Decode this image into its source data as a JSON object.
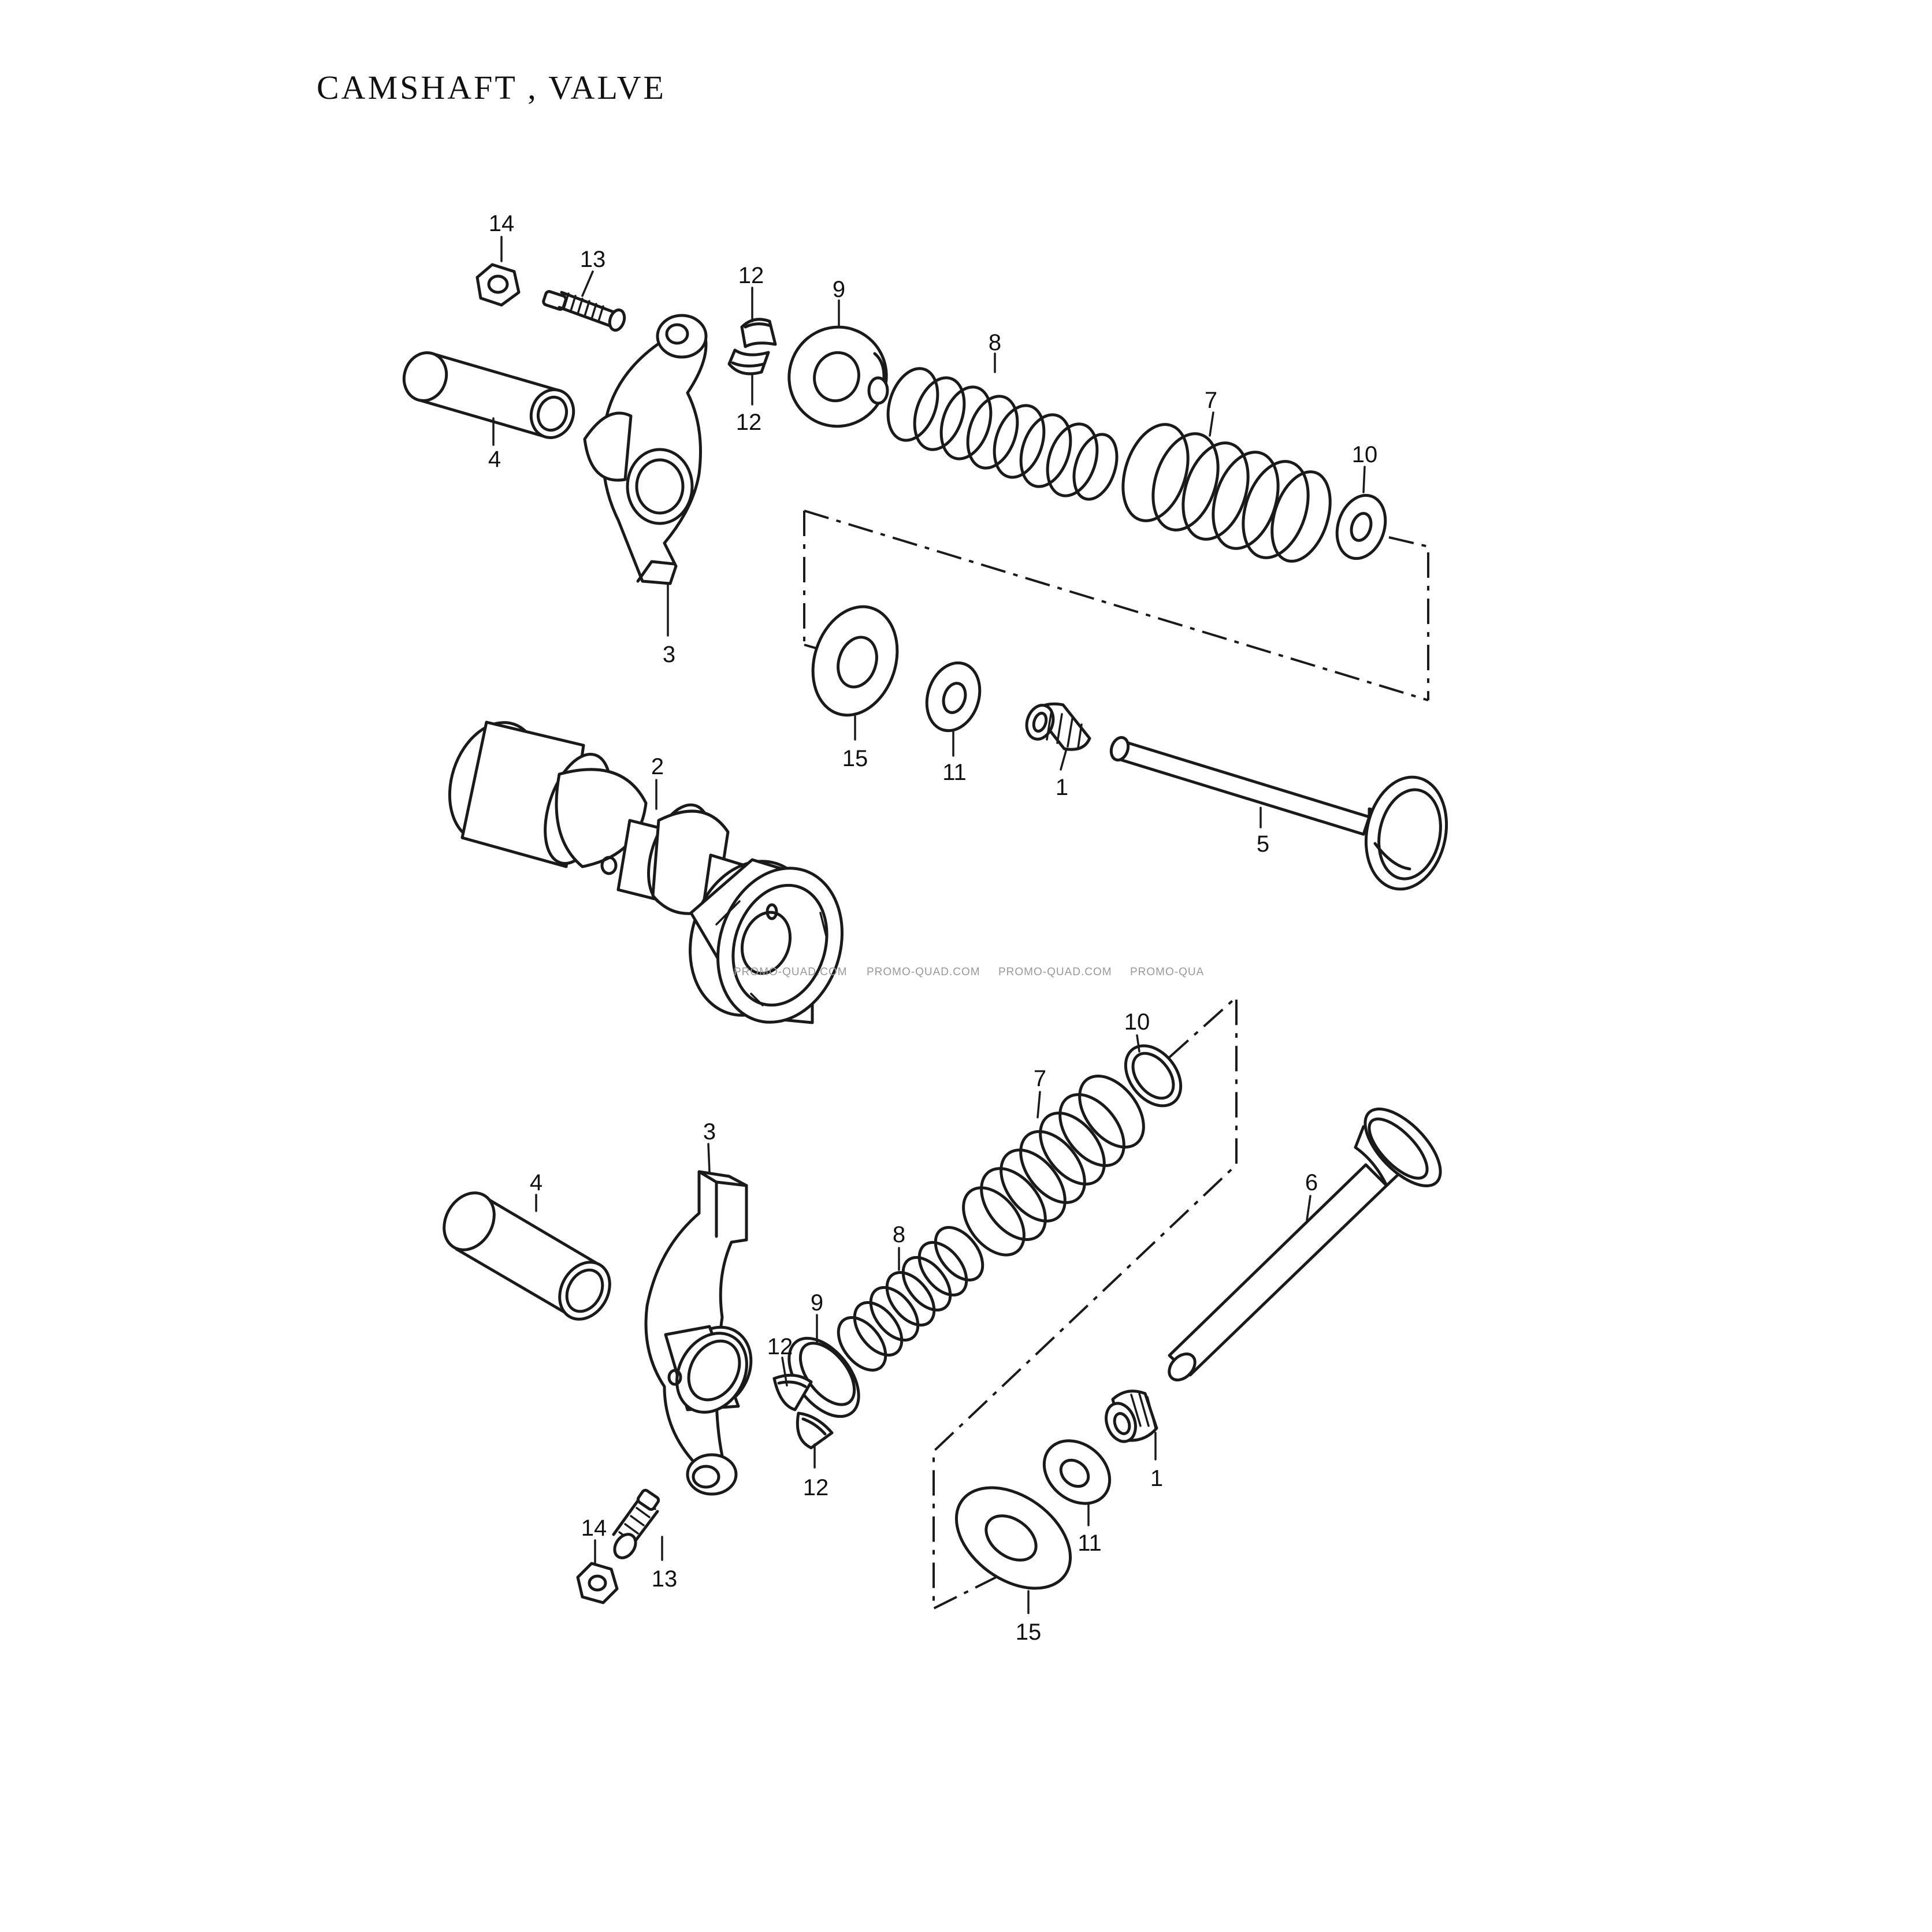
{
  "title": "CAMSHAFT , VALVE",
  "watermark": [
    "PROMO-QUAD.COM",
    "PROMO-QUAD.COM",
    "PROMO-QUAD.COM",
    "PROMO-QUA"
  ],
  "callouts": {
    "upper_14": "14",
    "upper_13": "13",
    "upper_12a": "12",
    "upper_12b": "12",
    "upper_9": "9",
    "upper_8": "8",
    "upper_7": "7",
    "upper_10": "10",
    "upper_4": "4",
    "upper_3": "3",
    "upper_15": "15",
    "upper_11": "11",
    "upper_1": "1",
    "upper_5": "5",
    "upper_2": "2",
    "lower_10": "10",
    "lower_7": "7",
    "lower_3": "3",
    "lower_4": "4",
    "lower_8": "8",
    "lower_6": "6",
    "lower_9": "9",
    "lower_12a": "12",
    "lower_12b": "12",
    "lower_1": "1",
    "lower_11": "11",
    "lower_14": "14",
    "lower_13": "13",
    "lower_15": "15"
  }
}
